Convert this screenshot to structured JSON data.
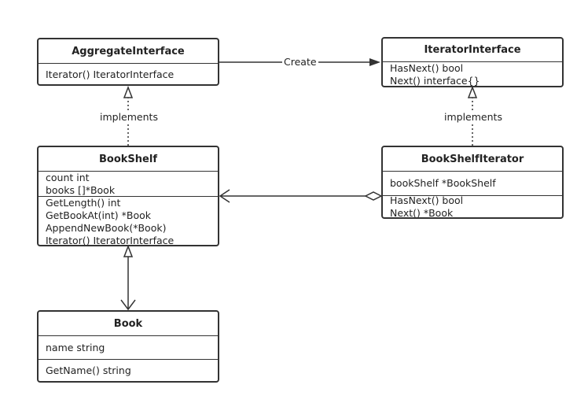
{
  "classes": {
    "aggregate": {
      "name": "AggregateInterface",
      "methods": [
        "Iterator() IteratorInterface"
      ]
    },
    "iterator": {
      "name": "IteratorInterface",
      "methods": [
        "HasNext() bool",
        "Next() interface{}"
      ]
    },
    "bookshelf": {
      "name": "BookShelf",
      "fields": [
        "count int",
        "books []*Book"
      ],
      "methods": [
        "GetLength() int",
        "GetBookAt(int) *Book",
        "AppendNewBook(*Book)",
        "Iterator() IteratorInterface"
      ]
    },
    "bookshelf_iterator": {
      "name": "BookShelfIterator",
      "fields": [
        "bookShelf *BookShelf"
      ],
      "methods": [
        "HasNext() bool",
        "Next() *Book"
      ]
    },
    "book": {
      "name": "Book",
      "fields": [
        "name string"
      ],
      "methods": [
        "GetName() string"
      ]
    }
  },
  "relations": {
    "create_label": "Create",
    "implements_left_label": "implements",
    "implements_right_label": "implements"
  },
  "colors": {
    "line": "#333333",
    "text": "#222222",
    "background": "#ffffff"
  }
}
